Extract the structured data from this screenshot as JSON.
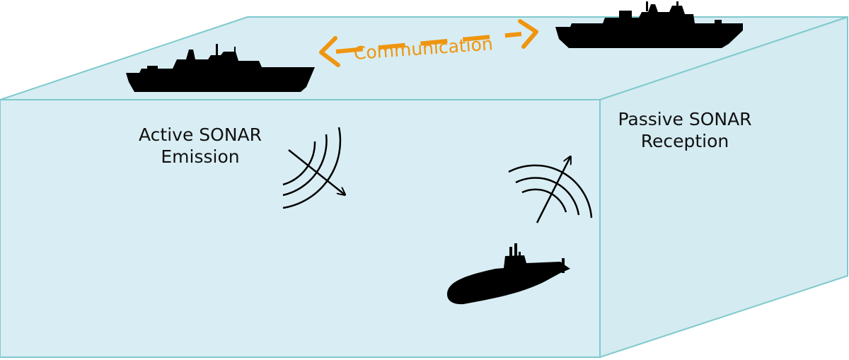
{
  "labels": {
    "communication": "Communication",
    "active_sonar_line1": "Active SONAR",
    "active_sonar_line2": "Emission",
    "passive_sonar_line1": "Passive SONAR",
    "passive_sonar_line2": "Reception"
  },
  "colors": {
    "water_front": "#d9eef4",
    "water_top": "#d7edf3",
    "water_side": "#d4ebf1",
    "water_edge": "#7fc9cd",
    "communication": "#f0950f",
    "silhouette": "#000000"
  },
  "icons": {
    "left_ship": "warship-icon",
    "right_ship": "warship-icon",
    "submarine": "submarine-icon",
    "active_sonar": "sonar-wave-icon",
    "passive_sonar": "sonar-wave-icon"
  }
}
